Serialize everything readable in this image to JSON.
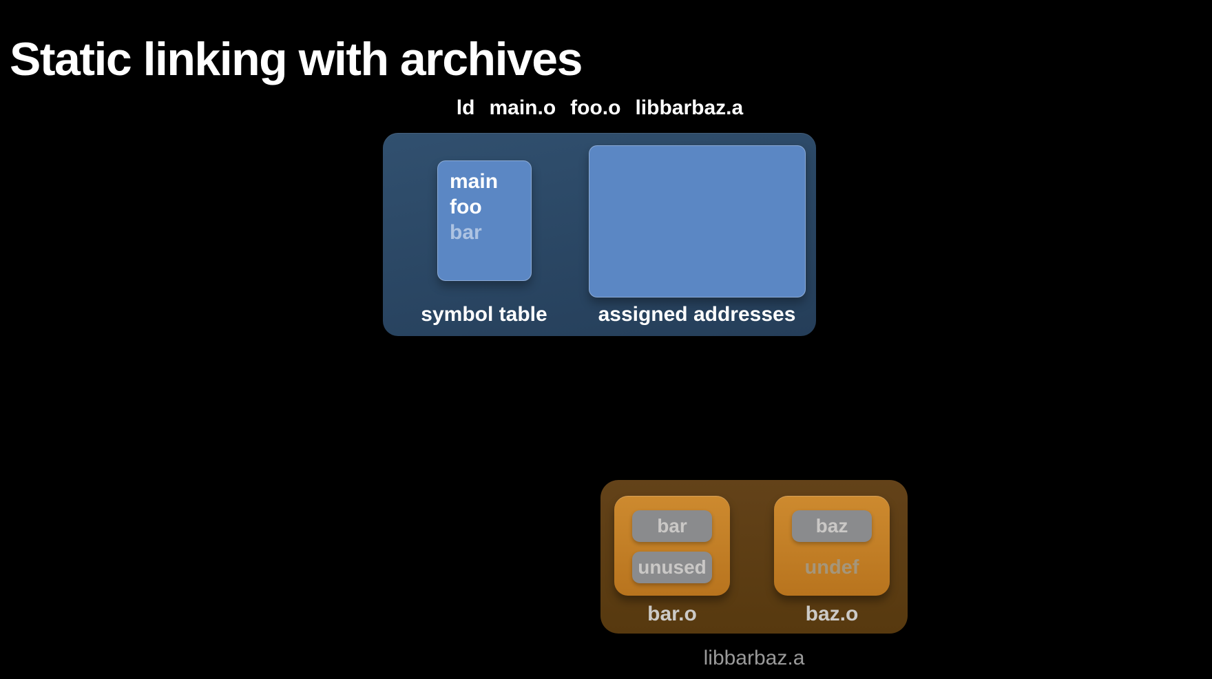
{
  "slide": {
    "title": "Static linking with archives",
    "background_color": "#000000"
  },
  "command": {
    "tokens": [
      "ld",
      "main.o",
      "foo.o",
      "libbarbaz.a"
    ],
    "full_text": "ld  main.o  foo.o  libbarbaz.a"
  },
  "linker": {
    "symbol_table": {
      "label": "symbol table",
      "entries": [
        {
          "name": "main",
          "state": "defined"
        },
        {
          "name": "foo",
          "state": "defined"
        },
        {
          "name": "bar",
          "state": "undefined-faded"
        }
      ]
    },
    "assigned_addresses": {
      "label": "assigned addresses"
    }
  },
  "archive": {
    "caption": "libbarbaz.a",
    "members": [
      {
        "label": "bar.o",
        "symbols": [
          {
            "name": "bar",
            "style": "chip"
          },
          {
            "name": "unused",
            "style": "chip"
          }
        ]
      },
      {
        "label": "baz.o",
        "symbols": [
          {
            "name": "baz",
            "style": "chip"
          },
          {
            "name": "undef",
            "style": "plain-text"
          }
        ]
      }
    ]
  },
  "colors": {
    "background": "#000000",
    "title_text": "#ffffff",
    "linker_container": "#2b4763",
    "linker_box": "#5b87c4",
    "linker_box_border": "rgba(255,255,255,0.30)",
    "faded_symbol_text": "rgba(255,255,255,0.50)",
    "archive_container": "#5a3c17",
    "archive_member": "#c07c26",
    "chip_background": "#8a8b8d",
    "chip_text": "#cac8c6",
    "undef_text": "#a5967b",
    "member_label_text": "#cccac7",
    "archive_caption_text": "#9a9a9a"
  }
}
